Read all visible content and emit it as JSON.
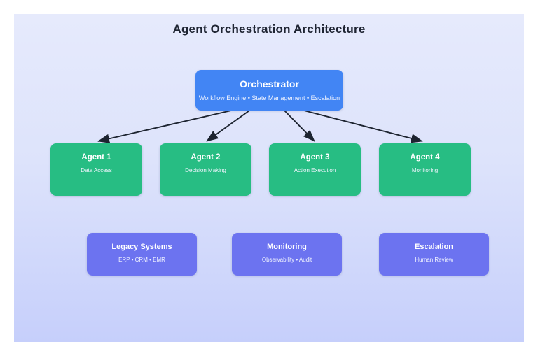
{
  "title": "Agent Orchestration Architecture",
  "colors": {
    "canvas_top": "#e6eafc",
    "canvas_bottom": "#c6cffb",
    "orchestrator": "#4285f4",
    "agent": "#27bd83",
    "system": "#6c73f0",
    "arrow": "#1d2430",
    "title_text": "#1f2533"
  },
  "orchestrator": {
    "title": "Orchestrator",
    "subtitle": "Workflow Engine • State Management • Escalation"
  },
  "agents": [
    {
      "title": "Agent 1",
      "subtitle": "Data Access"
    },
    {
      "title": "Agent 2",
      "subtitle": "Decision Making"
    },
    {
      "title": "Agent 3",
      "subtitle": "Action Execution"
    },
    {
      "title": "Agent 4",
      "subtitle": "Monitoring"
    }
  ],
  "systems": [
    {
      "title": "Legacy Systems",
      "subtitle": "ERP • CRM • EMR"
    },
    {
      "title": "Monitoring",
      "subtitle": "Observability • Audit"
    },
    {
      "title": "Escalation",
      "subtitle": "Human Review"
    }
  ]
}
